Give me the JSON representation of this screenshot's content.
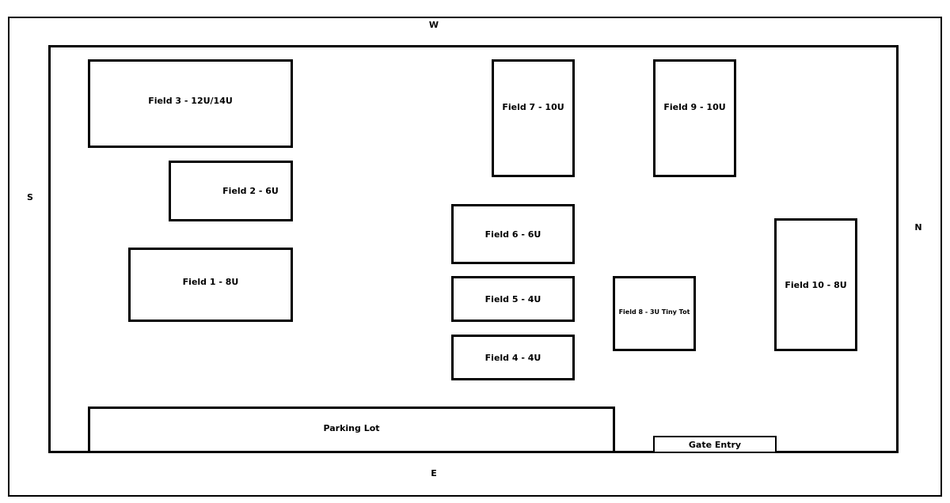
{
  "compass": {
    "west": "W",
    "east": "E",
    "south": "S",
    "north": "N"
  },
  "areas": {
    "field1": "Field 1 - 8U",
    "field2": "Field 2 - 6U",
    "field3": "Field 3 - 12U/14U",
    "field4": "Field 4 - 4U",
    "field5": "Field 5 - 4U",
    "field6": "Field 6 - 6U",
    "field7": "Field 7 - 10U",
    "field8": "Field 8 - 3U Tiny Tot",
    "field9": "Field 9 - 10U",
    "field10": "Field 10 - 8U",
    "parking": "Parking Lot",
    "gate": "Gate Entry"
  },
  "colors": {
    "line": "#000000",
    "background": "#ffffff"
  }
}
